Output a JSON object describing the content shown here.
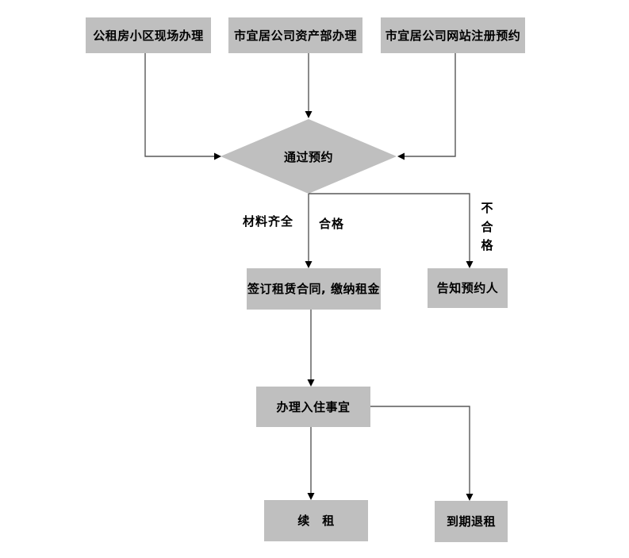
{
  "diagram": {
    "type": "flowchart",
    "background": "#ffffff",
    "colors": {
      "node_fill": "#bfbfbf",
      "text": "#000000",
      "connector_line": "#595959",
      "arrowhead": "#000000"
    },
    "nodes": {
      "entry_onsite": {
        "label": "公租房小区现场办理"
      },
      "entry_asset": {
        "label": "市宜居公司资产部办理"
      },
      "entry_website": {
        "label": "市宜居公司网站注册预约"
      },
      "decision": {
        "label": "通过预约",
        "shape": "diamond"
      },
      "sign_contract": {
        "label": "签订租赁合同, 缴纳租金"
      },
      "notify": {
        "label": "告知预约人"
      },
      "move_in": {
        "label": "办理入住事宜"
      },
      "renew": {
        "label": "续　租"
      },
      "expire_return": {
        "label": "到期退租"
      }
    },
    "edge_labels": {
      "materials_complete": "材料齐全",
      "qualified": "合格",
      "unqualified": "不合格"
    },
    "edges": [
      {
        "from": "entry_onsite",
        "to": "decision",
        "label": ""
      },
      {
        "from": "entry_asset",
        "to": "decision",
        "label": ""
      },
      {
        "from": "entry_website",
        "to": "decision",
        "label": ""
      },
      {
        "from": "decision",
        "to": "sign_contract",
        "label": "材料齐全 合格"
      },
      {
        "from": "decision",
        "to": "notify",
        "label": "不合格"
      },
      {
        "from": "sign_contract",
        "to": "move_in",
        "label": ""
      },
      {
        "from": "move_in",
        "to": "renew",
        "label": ""
      },
      {
        "from": "move_in",
        "to": "expire_return",
        "label": ""
      }
    ]
  }
}
